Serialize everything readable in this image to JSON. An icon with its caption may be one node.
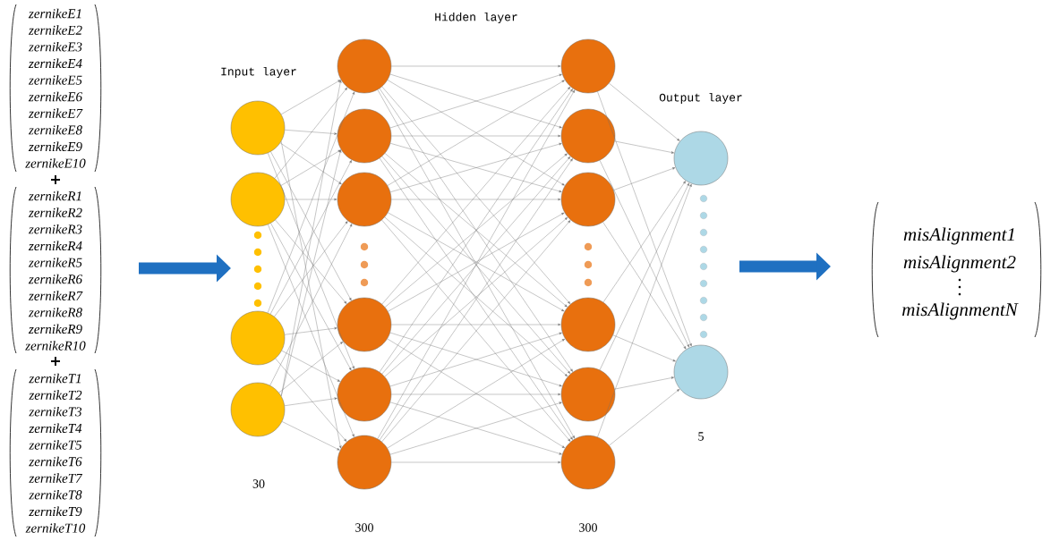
{
  "diagram": {
    "nodes": [
      {
        "text": [
          "zernikeE1",
          "zernikeE2",
          "zernikeE3",
          "zernikeE4",
          "zernikeE5",
          "zernikeE6",
          "zernikeE7",
          "zernikeE8",
          "zernikeE9",
          "zernikeE10",
          "zernikeR1",
          "zernikeR2",
          "zernikeR3",
          "zernikeR4",
          "zernikeR5",
          "zernikeR6",
          "zernikeR7",
          "zernikeR8",
          "zernikeR9",
          "zernikeR10",
          "zernikeT1",
          "zernikeT2",
          "zernikeT3",
          "zernikeT4",
          "zernikeT5",
          "zernikeT6",
          "zernikeT7",
          "zernikeT8",
          "zernikeT9",
          "zernikeT10"
        ]
      },
      {
        "text": [],
        "shape": "circle"
      },
      {
        "text": [],
        "shape": "circle"
      },
      {
        "text": [],
        "shape": "circle"
      },
      {
        "text": [],
        "shape": "circle"
      },
      {
        "text": [],
        "shape": "circle"
      },
      {
        "text": [],
        "shape": "circle"
      },
      {
        "text": [],
        "shape": "circle"
      },
      {
        "text": [],
        "shape": "circle"
      },
      {
        "text": [],
        "shape": "circle"
      },
      {
        "text": [],
        "shape": "circle"
      },
      {
        "text": [],
        "shape": "circle"
      },
      {
        "text": [],
        "shape": "circle"
      },
      {
        "text": [],
        "shape": "circle"
      },
      {
        "text": [],
        "shape": "circle"
      },
      {
        "text": [],
        "shape": "circle"
      },
      {
        "text": [],
        "shape": "circle"
      },
      {
        "text": [],
        "shape": "circle"
      },
      {
        "text": [],
        "shape": "circle"
      },
      {
        "text": [
          "misAlignment1",
          "misAlignment2",
          "misAlignmentN"
        ]
      }
    ],
    "edges": [
      {
        "from": 1,
        "to": 5,
        "arrow": "to"
      },
      {
        "from": 1,
        "to": 6,
        "arrow": "to"
      },
      {
        "from": 1,
        "to": 7,
        "arrow": "to"
      },
      {
        "from": 1,
        "to": 8,
        "arrow": "to"
      },
      {
        "from": 1,
        "to": 9,
        "arrow": "to"
      },
      {
        "from": 1,
        "to": 10,
        "arrow": "to"
      },
      {
        "from": 2,
        "to": 5,
        "arrow": "to"
      },
      {
        "from": 2,
        "to": 6,
        "arrow": "to"
      },
      {
        "from": 2,
        "to": 7,
        "arrow": "to"
      },
      {
        "from": 2,
        "to": 8,
        "arrow": "to"
      },
      {
        "from": 2,
        "to": 9,
        "arrow": "to"
      },
      {
        "from": 2,
        "to": 10,
        "arrow": "to"
      },
      {
        "from": 3,
        "to": 5,
        "arrow": "to"
      },
      {
        "from": 3,
        "to": 6,
        "arrow": "to"
      },
      {
        "from": 3,
        "to": 7,
        "arrow": "to"
      },
      {
        "from": 3,
        "to": 8,
        "arrow": "to"
      },
      {
        "from": 3,
        "to": 9,
        "arrow": "to"
      },
      {
        "from": 3,
        "to": 10,
        "arrow": "to"
      },
      {
        "from": 4,
        "to": 5,
        "arrow": "to"
      },
      {
        "from": 4,
        "to": 6,
        "arrow": "to"
      },
      {
        "from": 4,
        "to": 7,
        "arrow": "to"
      },
      {
        "from": 4,
        "to": 8,
        "arrow": "to"
      },
      {
        "from": 4,
        "to": 9,
        "arrow": "to"
      },
      {
        "from": 4,
        "to": 10,
        "arrow": "to"
      },
      {
        "from": 5,
        "to": 11,
        "arrow": "to"
      },
      {
        "from": 5,
        "to": 12,
        "arrow": "to"
      },
      {
        "from": 5,
        "to": 13,
        "arrow": "to"
      },
      {
        "from": 5,
        "to": 14,
        "arrow": "to"
      },
      {
        "from": 5,
        "to": 15,
        "arrow": "to"
      },
      {
        "from": 5,
        "to": 16,
        "arrow": "to"
      },
      {
        "from": 6,
        "to": 11,
        "arrow": "to"
      },
      {
        "from": 6,
        "to": 12,
        "arrow": "to"
      },
      {
        "from": 6,
        "to": 13,
        "arrow": "to"
      },
      {
        "from": 6,
        "to": 14,
        "arrow": "to"
      },
      {
        "from": 6,
        "to": 15,
        "arrow": "to"
      },
      {
        "from": 6,
        "to": 16,
        "arrow": "to"
      },
      {
        "from": 7,
        "to": 11,
        "arrow": "to"
      },
      {
        "from": 7,
        "to": 12,
        "arrow": "to"
      },
      {
        "from": 7,
        "to": 13,
        "arrow": "to"
      },
      {
        "from": 7,
        "to": 14,
        "arrow": "to"
      },
      {
        "from": 7,
        "to": 15,
        "arrow": "to"
      },
      {
        "from": 7,
        "to": 16,
        "arrow": "to"
      },
      {
        "from": 8,
        "to": 11,
        "arrow": "to"
      },
      {
        "from": 8,
        "to": 12,
        "arrow": "to"
      },
      {
        "from": 8,
        "to": 13,
        "arrow": "to"
      },
      {
        "from": 8,
        "to": 14,
        "arrow": "to"
      },
      {
        "from": 8,
        "to": 15,
        "arrow": "to"
      },
      {
        "from": 8,
        "to": 16,
        "arrow": "to"
      },
      {
        "from": 9,
        "to": 11,
        "arrow": "to"
      },
      {
        "from": 9,
        "to": 12,
        "arrow": "to"
      },
      {
        "from": 9,
        "to": 13,
        "arrow": "to"
      },
      {
        "from": 9,
        "to": 14,
        "arrow": "to"
      },
      {
        "from": 9,
        "to": 15,
        "arrow": "to"
      },
      {
        "from": 9,
        "to": 16,
        "arrow": "to"
      },
      {
        "from": 10,
        "to": 11,
        "arrow": "to"
      },
      {
        "from": 10,
        "to": 12,
        "arrow": "to"
      },
      {
        "from": 10,
        "to": 13,
        "arrow": "to"
      },
      {
        "from": 10,
        "to": 14,
        "arrow": "to"
      },
      {
        "from": 10,
        "to": 15,
        "arrow": "to"
      },
      {
        "from": 10,
        "to": 16,
        "arrow": "to"
      },
      {
        "from": 11,
        "to": 17,
        "arrow": "to"
      },
      {
        "from": 11,
        "to": 18,
        "arrow": "to"
      },
      {
        "from": 12,
        "to": 17,
        "arrow": "to"
      },
      {
        "from": 12,
        "to": 18,
        "arrow": "to"
      },
      {
        "from": 13,
        "to": 17,
        "arrow": "to"
      },
      {
        "from": 13,
        "to": 18,
        "arrow": "to"
      },
      {
        "from": 14,
        "to": 17,
        "arrow": "to"
      },
      {
        "from": 14,
        "to": 18,
        "arrow": "to"
      },
      {
        "from": 15,
        "to": 17,
        "arrow": "to"
      },
      {
        "from": 15,
        "to": 18,
        "arrow": "to"
      },
      {
        "from": 16,
        "to": 17,
        "arrow": "to"
      },
      {
        "from": 16,
        "to": 18,
        "arrow": "to"
      }
    ],
    "labels": [
      "Hidden layer",
      "Input layer",
      "Output layer",
      "+",
      "+",
      "5",
      "30",
      "300",
      "300"
    ]
  }
}
